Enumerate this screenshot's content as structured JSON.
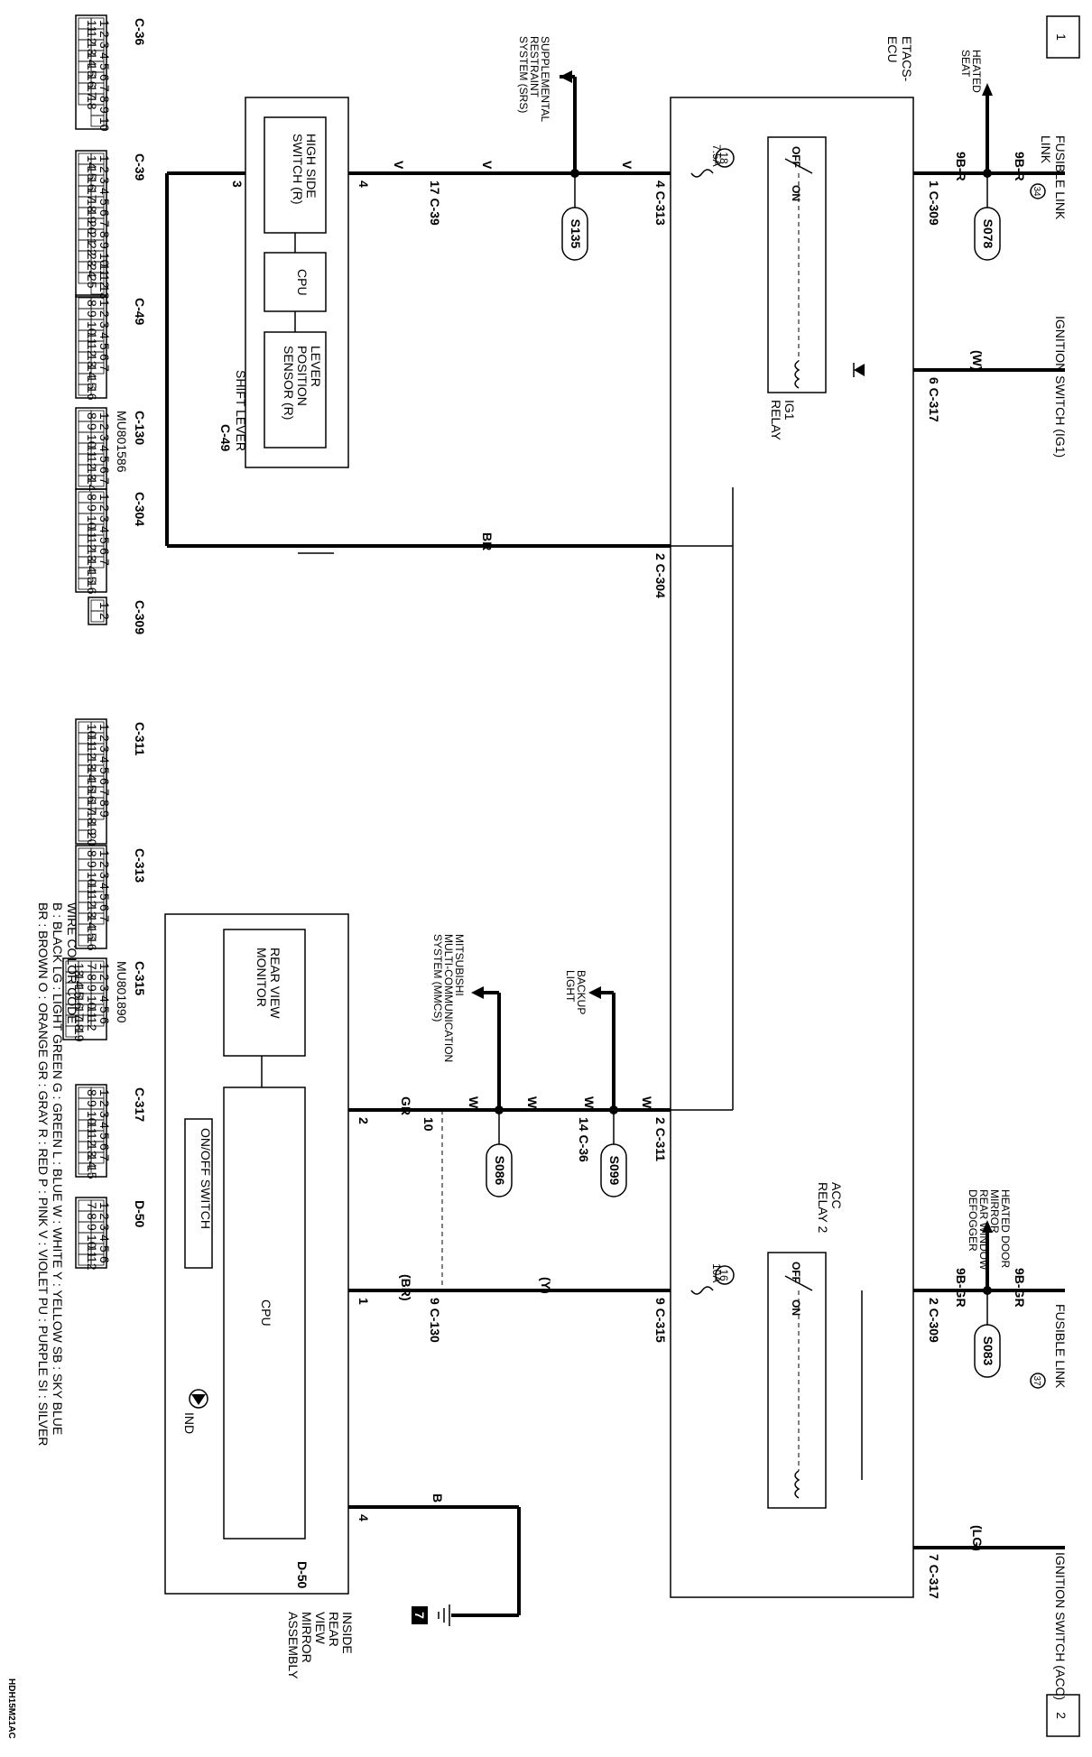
{
  "page_markers": {
    "top": "1",
    "bottom": "2"
  },
  "drawing_id": "HDH15M21AC",
  "sources": {
    "fusible_link_34": "FUSIBLE LINK",
    "fusible_link_34_num": "34",
    "fusible_link_37": "FUSIBLE LINK",
    "fusible_link_37_num": "37",
    "ig_switch_ig1": "IGNITION SWITCH (IG1)",
    "ig_switch_acc": "IGNITION SWITCH (ACC)"
  },
  "branches": {
    "heated_seat": [
      "HEATED",
      "SEAT"
    ],
    "heated_mirror": [
      "HEATED DOOR",
      "MIRROR",
      "REAR WINDOW",
      "DEFOGGER"
    ],
    "srs": [
      "SUPPLEMENTAL",
      "RESTRAINT",
      "SYSTEM (SRS)"
    ],
    "backup_light": [
      "BACKUP",
      "LIGHT"
    ],
    "mmcs": [
      "MITSUBISHI",
      "MULTI-COMMUNICATION",
      "SYSTEM (MMCS)"
    ]
  },
  "splices": [
    "S078",
    "S083",
    "S135",
    "S099",
    "S086"
  ],
  "wires": {
    "w9br": "9B-R",
    "w9bgr": "9B-GR",
    "w_W": "(W)",
    "w_LG": "(LG)",
    "w_V": "V",
    "w_BR": "BR",
    "w_W2": "W",
    "w_GR": "GR",
    "w_Y": "(Y)",
    "w_BR2": "(BR)",
    "w_B": "B"
  },
  "connectors": {
    "c309a": "1 C-309",
    "c309b": "2 C-309",
    "c317a": "6 C-317",
    "c317b": "7 C-317",
    "c313": "4 C-313",
    "c39": "17 C-39",
    "c304": "2 C-304",
    "c311": "2 C-311",
    "c36": "14 C-36",
    "c315": "9 C-315",
    "c130": "9 C-130"
  },
  "etacs": {
    "name": [
      "ETACS-",
      "ECU"
    ],
    "fuse18": "18",
    "fuse18_rating": "7.5A",
    "fuse16": "16",
    "fuse16_rating": "10A",
    "ig1_relay": [
      "IG1",
      "RELAY"
    ],
    "acc_relay": [
      "ACC",
      "RELAY 2"
    ],
    "relay_off": "OFF",
    "relay_on": "ON"
  },
  "shift_lever": {
    "name": "SHIFT LEVER",
    "connector": "C-49",
    "high_side": [
      "HIGH SIDE",
      "SWITCH (R)"
    ],
    "cpu": "CPU",
    "lever_pos": [
      "LEVER",
      "POSITION",
      "SENSOR (R)"
    ],
    "pin3": "3",
    "pin4": "4"
  },
  "mirror": {
    "name": [
      "INSIDE",
      "REAR",
      "VIEW",
      "MIRROR",
      "ASSEMBLY"
    ],
    "connector": "D-50",
    "monitor": [
      "REAR VIEW",
      "MONITOR"
    ],
    "cpu": "CPU",
    "switch": "ON/OFF SWITCH",
    "ind": "IND",
    "pin2": "2",
    "pin10": "10",
    "pin1": "1",
    "pin4": "4"
  },
  "ground": "7",
  "legend": {
    "title": "WIRE COLOR CODE",
    "line1": "B : BLACK   LG : LIGHT GREEN   G : GREEN   L : BLUE   W : WHITE   Y : YELLOW   SB : SKY BLUE",
    "line2": "BR : BROWN   O : ORANGE   GR : GRAY   R : RED   P : PINK   V : VIOLET   PU : PURPLE   SI : SILVER"
  },
  "connector_views": [
    {
      "name": "C-36",
      "rows": [
        [
          "1",
          "2",
          "3",
          "4",
          "5",
          "6",
          "7",
          "8",
          "9",
          "10"
        ],
        [
          "11",
          "12",
          "13",
          "14",
          "15",
          "16",
          "17",
          "18"
        ]
      ]
    },
    {
      "name": "C-39",
      "rows": [
        [
          "1",
          "2",
          "3",
          "4",
          "5",
          "6",
          "7",
          "8",
          "9",
          "10",
          "11",
          "12",
          "13"
        ],
        [
          "14",
          "15",
          "16",
          "17",
          "18",
          "19",
          "20",
          "21",
          "22",
          "23",
          "24",
          "25"
        ]
      ]
    },
    {
      "name": "C-49",
      "rows": [
        [
          "1",
          "2",
          "3",
          "4",
          "5",
          "6",
          "7"
        ],
        [
          "8",
          "9",
          "10",
          "11",
          "12",
          "13",
          "14",
          "15",
          "16"
        ]
      ]
    },
    {
      "name": "C-130",
      "sub": "MU801586",
      "rows": [
        [
          "1",
          "2",
          "3",
          "4",
          "5",
          "6",
          "7"
        ],
        [
          "8",
          "9",
          "10",
          "11",
          "12",
          "13",
          "14"
        ]
      ]
    },
    {
      "name": "C-304",
      "rows": [
        [
          "1",
          "2",
          "3",
          "4",
          "5",
          "6",
          "7"
        ],
        [
          "8",
          "9",
          "10",
          "11",
          "12",
          "13",
          "14",
          "15",
          "16"
        ]
      ]
    },
    {
      "name": "C-309",
      "rows": [
        [
          "1",
          "2"
        ]
      ]
    },
    {
      "name": "C-311",
      "rows": [
        [
          "1",
          "2",
          "3",
          "4",
          "5",
          "6",
          "7",
          "8",
          "9"
        ],
        [
          "10",
          "11",
          "12",
          "13",
          "14",
          "15",
          "16",
          "17",
          "18",
          "19",
          "20"
        ]
      ]
    },
    {
      "name": "C-313",
      "rows": [
        [
          "1",
          "2",
          "3",
          "4",
          "5",
          "6",
          "7"
        ],
        [
          "8",
          "9",
          "10",
          "11",
          "12",
          "13",
          "14",
          "15",
          "16"
        ]
      ]
    },
    {
      "name": "C-315",
      "sub": "MU801890",
      "rows": [
        [
          "1",
          "2",
          "3",
          "4",
          "5",
          "6"
        ],
        [
          "7",
          "8",
          "9",
          "10",
          "11",
          "12"
        ],
        [
          "13",
          "14",
          "15",
          "16",
          "17",
          "18",
          "19"
        ]
      ]
    },
    {
      "name": "C-317",
      "rows": [
        [
          "1",
          "2",
          "3",
          "4",
          "5",
          "6",
          "7"
        ],
        [
          "8",
          "9",
          "10",
          "11",
          "12",
          "13",
          "14",
          "15"
        ]
      ]
    },
    {
      "name": "D-50",
      "rows": [
        [
          "1",
          "2",
          "3",
          "4",
          "5",
          "6"
        ],
        [
          "7",
          "8",
          "9",
          "10",
          "11",
          "12"
        ]
      ]
    }
  ]
}
